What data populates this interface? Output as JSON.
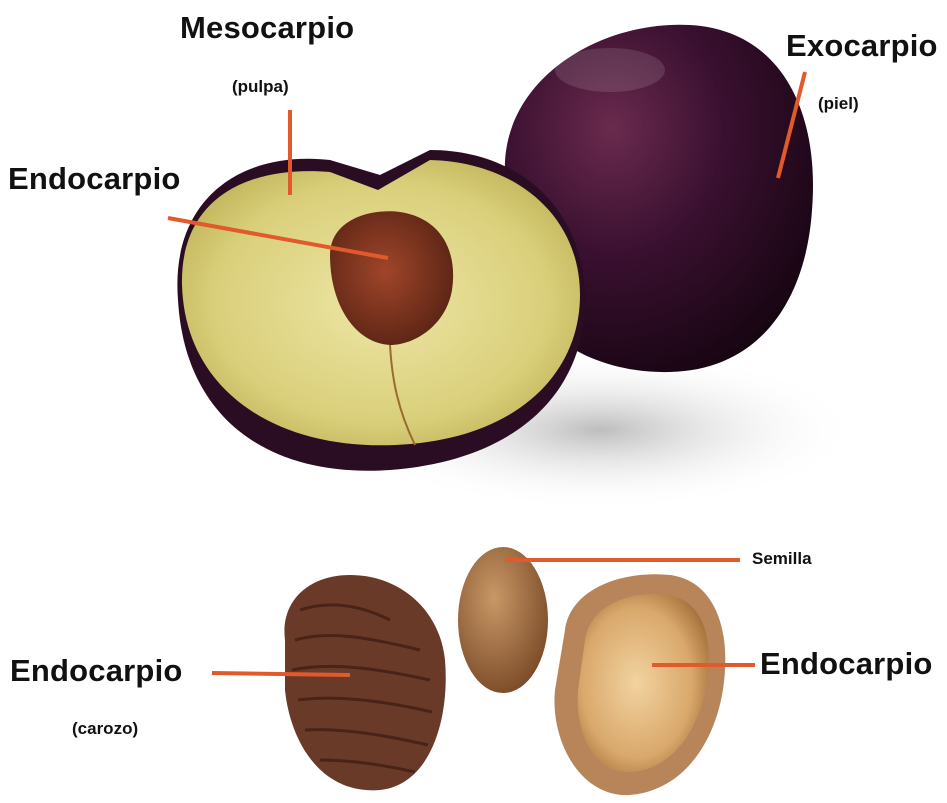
{
  "labels": {
    "mesocarpio": "Mesocarpio",
    "pulpa": "(pulpa)",
    "exocarpio": "Exocarpio",
    "piel": "(piel)",
    "endocarpio_top": "Endocarpio",
    "semilla": "Semilla",
    "endocarpio_left": "Endocarpio",
    "carozo": "(carozo)",
    "endocarpio_right": "Endocarpio"
  },
  "colors": {
    "leader_line": "#e05a2b",
    "plum_skin": "#2a0d22",
    "plum_flesh": "#d9cf7a",
    "pit": "#7a3a22",
    "seed": "#a06a40",
    "background_shadow": "#d8d8d8"
  }
}
